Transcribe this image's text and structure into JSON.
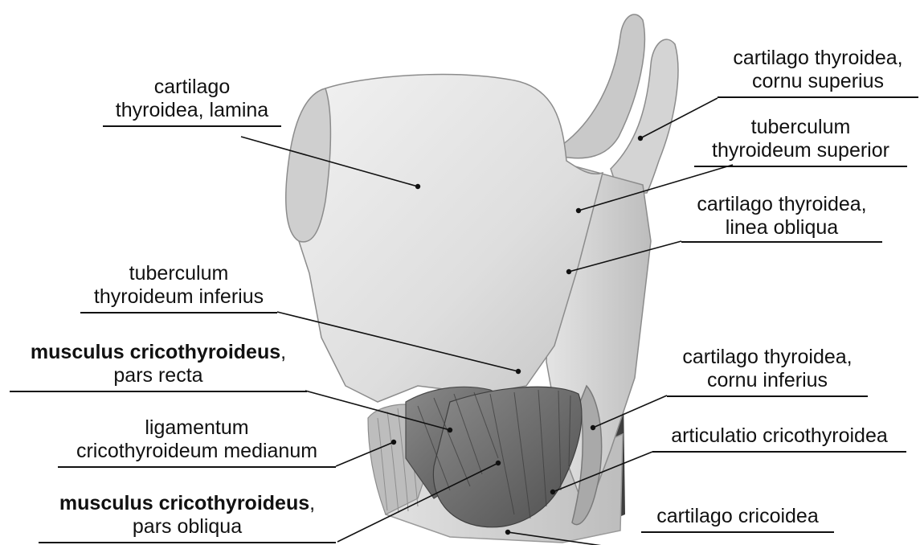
{
  "labels": {
    "thyroid_lamina": {
      "line1": "cartilago",
      "line2": "thyroidea, lamina"
    },
    "cornu_superius": {
      "line1": "cartilago thyroidea,",
      "line2": "cornu superius"
    },
    "tuberculum_superior": {
      "line1": "tuberculum",
      "line2": "thyroideum superior"
    },
    "linea_obliqua": {
      "line1": "cartilago thyroidea,",
      "line2": "linea obliqua"
    },
    "tuberculum_inferius": {
      "line1": "tuberculum",
      "line2": "thyroideum inferius"
    },
    "pars_recta": {
      "bold": "musculus cricothyroideus",
      "suffix": ",",
      "line2": "pars recta"
    },
    "ligamentum": {
      "line1": "ligamentum",
      "line2": "cricothyroideum medianum"
    },
    "pars_obliqua": {
      "bold": "musculus cricothyroideus",
      "suffix": ",",
      "line2": "pars obliqua"
    },
    "cornu_inferius": {
      "line1": "cartilago thyroidea,",
      "line2": "cornu inferius"
    },
    "articulatio": {
      "line1": "articulatio cricothyroidea"
    },
    "cricoidea": {
      "line1": "cartilago cricoidea"
    }
  },
  "colors": {
    "text": "#111111",
    "cartilage": "#d9d9d9",
    "muscle": "#5f5f5f"
  }
}
